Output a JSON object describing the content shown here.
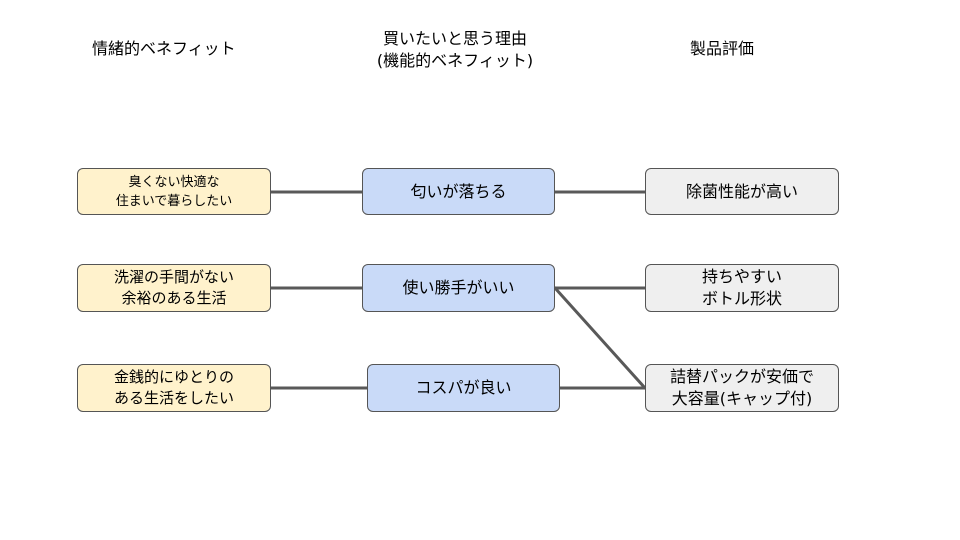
{
  "headers": {
    "emotional": "情緒的ベネフィット",
    "reason_line1": "買いたいと思う理由",
    "reason_line2": "(機能的ベネフィット)",
    "product": "製品評価"
  },
  "emotional": [
    {
      "line1": "臭くない快適な",
      "line2": "住まいで暮らしたい"
    },
    {
      "line1": "洗濯の手間がない",
      "line2": "余裕のある生活"
    },
    {
      "line1": "金銭的にゆとりの",
      "line2": "ある生活をしたい"
    }
  ],
  "reasons": [
    {
      "line1": "匂いが落ちる"
    },
    {
      "line1": "使い勝手がいい"
    },
    {
      "line1": "コスパが良い"
    }
  ],
  "products": [
    {
      "line1": "除菌性能が高い"
    },
    {
      "line1": "持ちやすい",
      "line2": "ボトル形状"
    },
    {
      "line1": "詰替パックが安価で",
      "line2": "大容量(キャップ付)"
    }
  ],
  "connector_color": "#595959",
  "colors": {
    "emotional_fill": "#fff2cc",
    "reason_fill": "#c9daf8",
    "product_fill": "#efefef",
    "border": "#555555"
  }
}
